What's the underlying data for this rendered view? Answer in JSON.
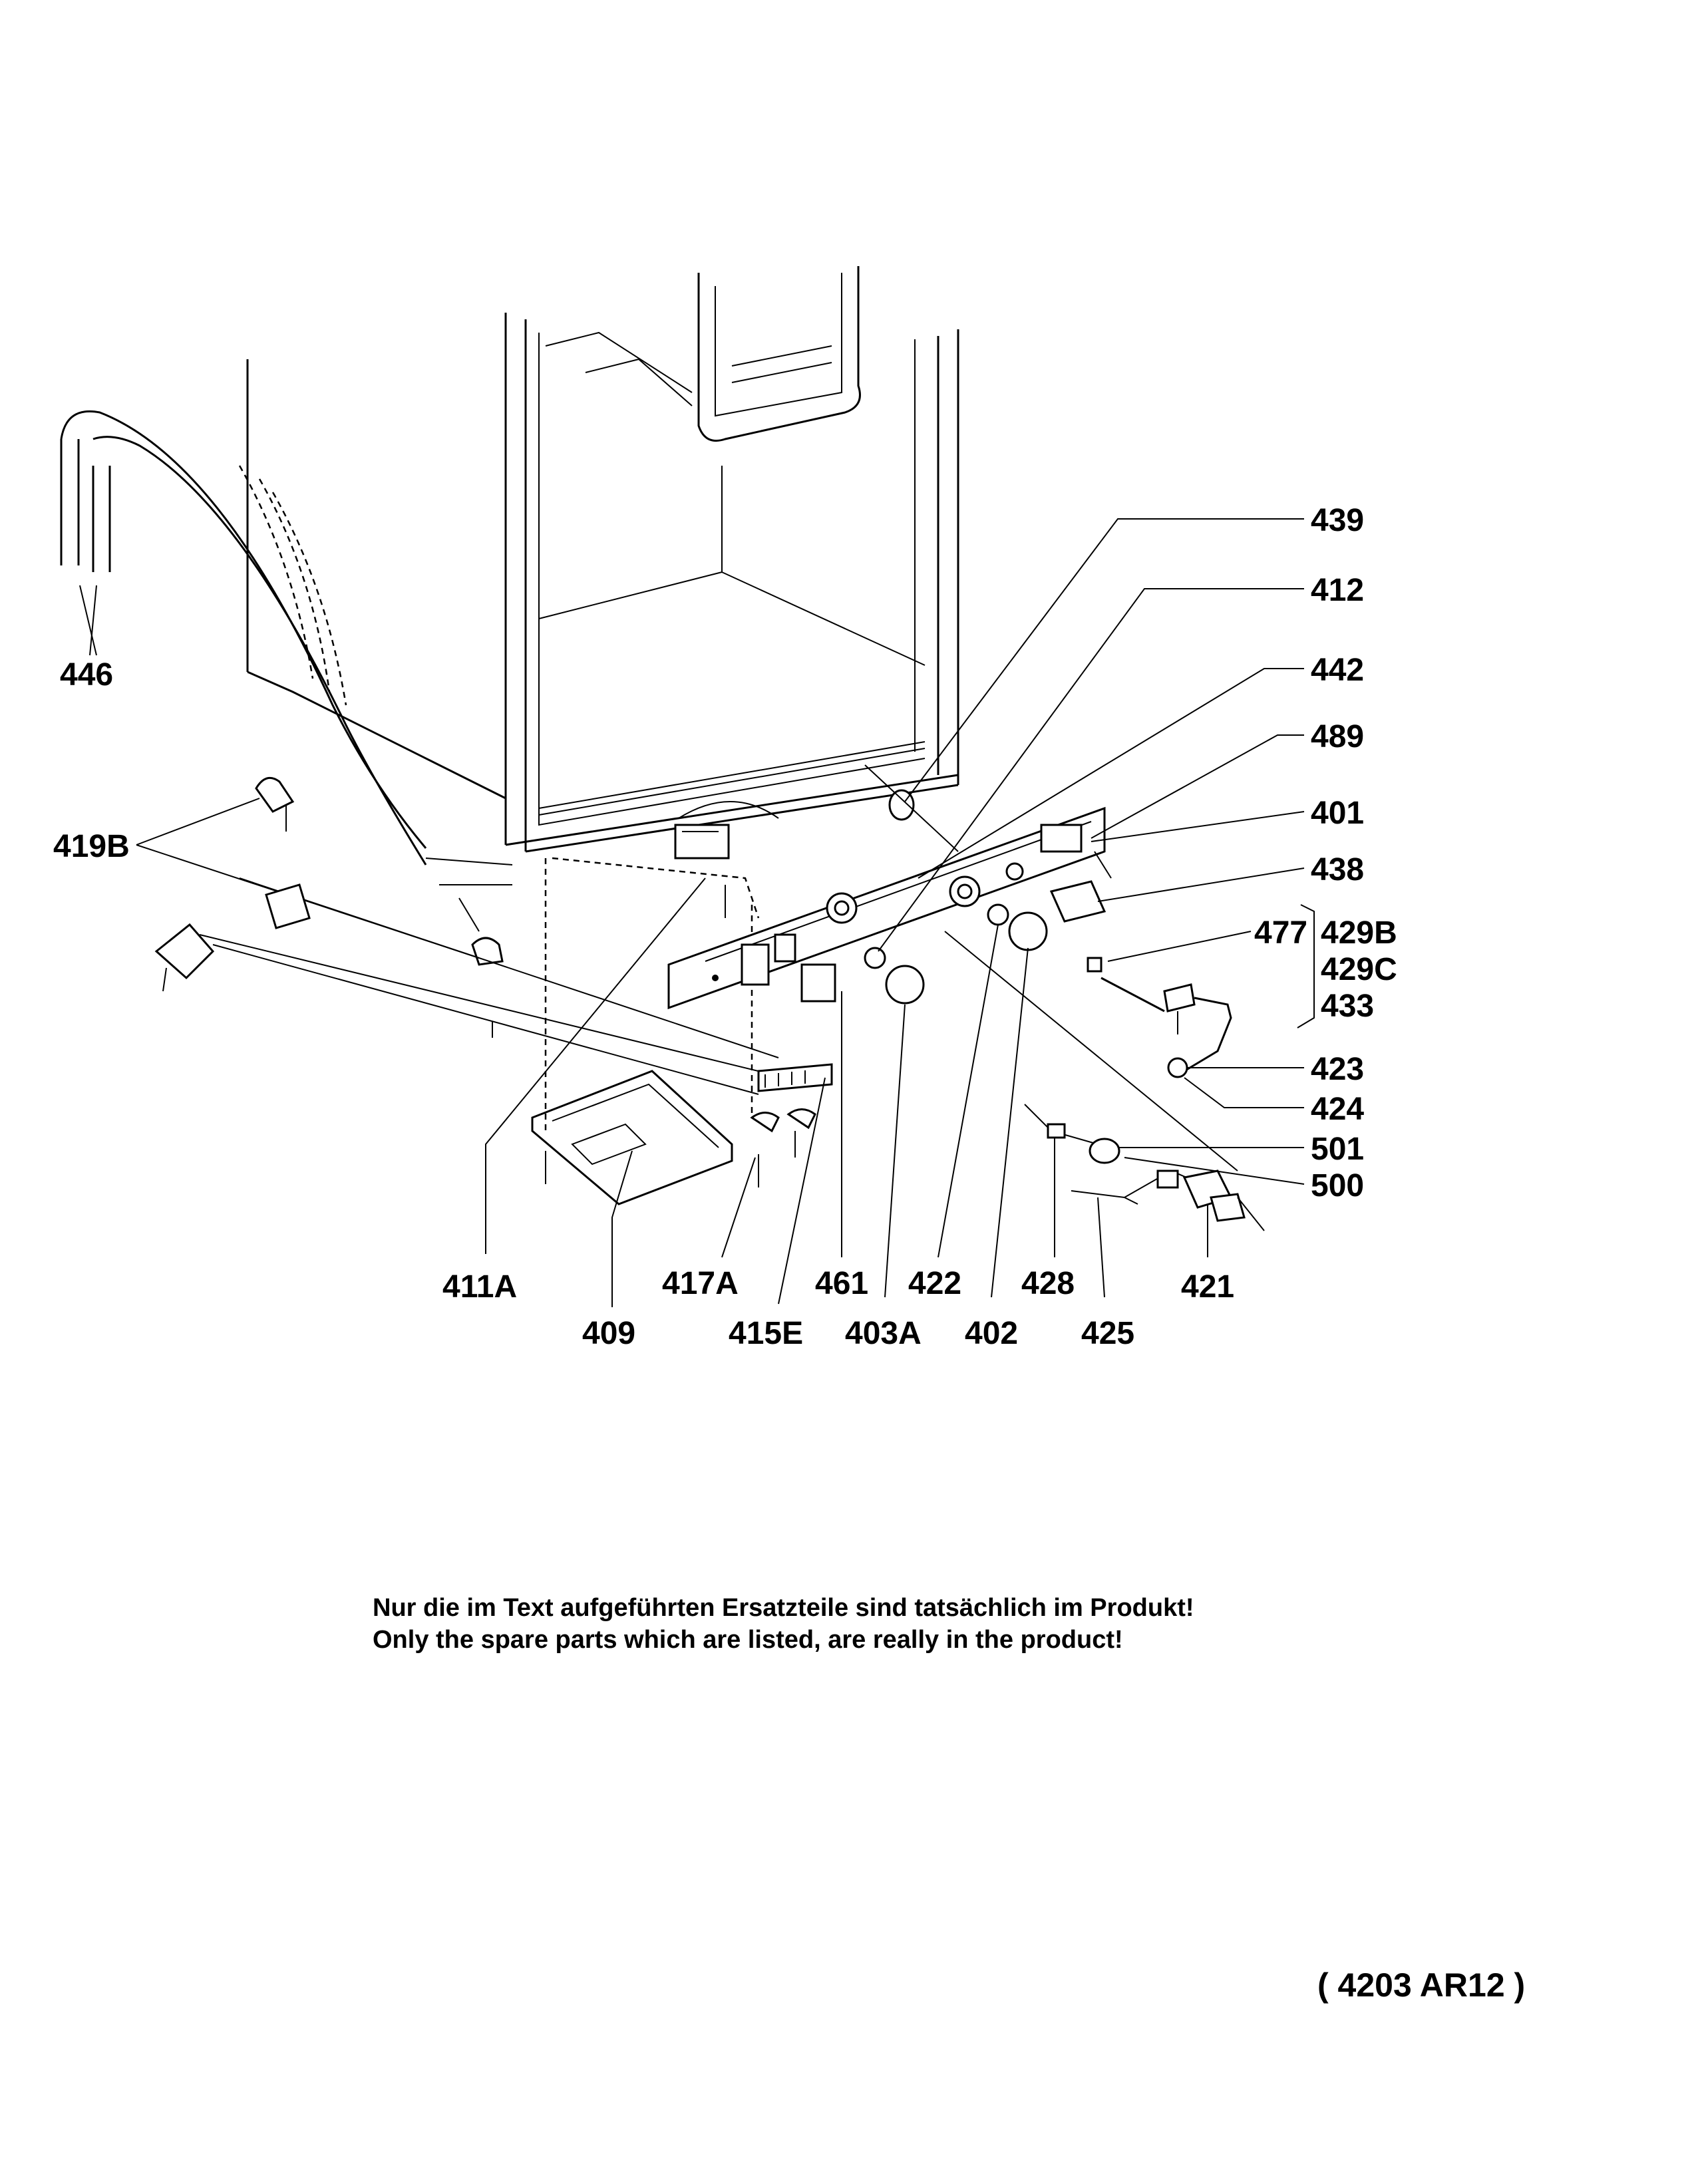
{
  "labels": {
    "p439": "439",
    "p412": "412",
    "p442": "442",
    "p489": "489",
    "p401": "401",
    "p438": "438",
    "p477": "477",
    "p429B": "429B",
    "p429C": "429C",
    "p433": "433",
    "p423": "423",
    "p424": "424",
    "p501": "501",
    "p500": "500",
    "p446": "446",
    "p419B": "419B",
    "p411A": "411A",
    "p409": "409",
    "p417A": "417A",
    "p415E": "415E",
    "p461": "461",
    "p403A": "403A",
    "p422": "422",
    "p402": "402",
    "p428": "428",
    "p425": "425",
    "p421": "421"
  },
  "notes": {
    "german": "Nur die im Text aufgeführten Ersatzteile sind tatsächlich im Produkt!",
    "english": "Only the spare parts which are listed, are really in the product!"
  },
  "reference": "( 4203 AR12 )"
}
